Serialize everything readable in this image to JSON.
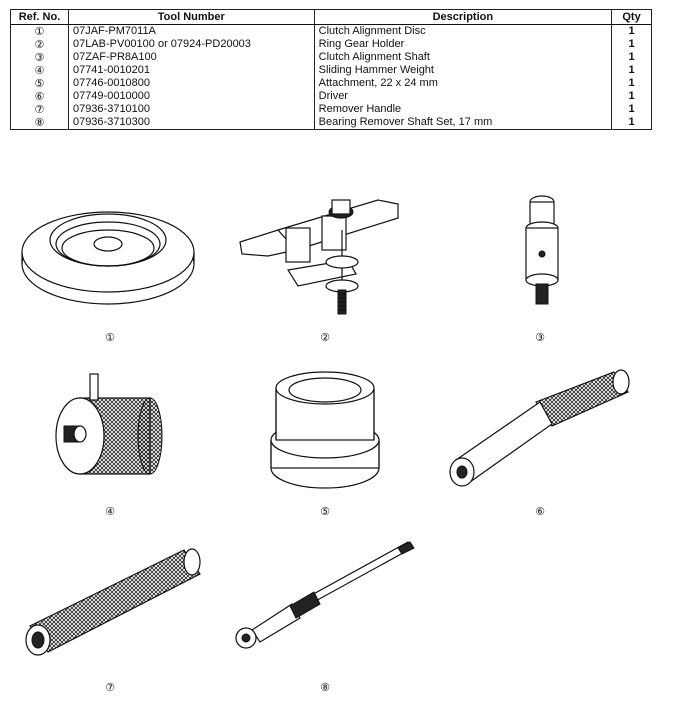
{
  "table": {
    "headers": {
      "ref": "Ref. No.",
      "tool_number": "Tool Number",
      "description": "Description",
      "qty": "Qty"
    },
    "rows": [
      {
        "ref": "①",
        "tool_number": "07JAF-PM7011A",
        "description": "Clutch Alignment Disc",
        "qty": "1"
      },
      {
        "ref": "②",
        "tool_number": "07LAB-PV00100 or 07924-PD20003",
        "description": "Ring Gear Holder",
        "qty": "1"
      },
      {
        "ref": "③",
        "tool_number": "07ZAF-PR8A100",
        "description": "Clutch Alignment Shaft",
        "qty": "1"
      },
      {
        "ref": "④",
        "tool_number": "07741-0010201",
        "description": "Sliding Hammer Weight",
        "qty": "1"
      },
      {
        "ref": "⑤",
        "tool_number": "07746-0010800",
        "description": "Attachment, 22 x 24 mm",
        "qty": "1"
      },
      {
        "ref": "⑥",
        "tool_number": "07749-0010000",
        "description": "Driver",
        "qty": "1"
      },
      {
        "ref": "⑦",
        "tool_number": "07936-3710100",
        "description": "Remover Handle",
        "qty": "1"
      },
      {
        "ref": "⑧",
        "tool_number": "07936-3710300",
        "description": "Bearing Remover Shaft Set, 17 mm",
        "qty": "1"
      }
    ]
  },
  "figures": [
    {
      "label": "①",
      "icon": "clutch-alignment-disc-illustration"
    },
    {
      "label": "②",
      "icon": "ring-gear-holder-illustration"
    },
    {
      "label": "③",
      "icon": "clutch-alignment-shaft-illustration"
    },
    {
      "label": "④",
      "icon": "sliding-hammer-weight-illustration"
    },
    {
      "label": "⑤",
      "icon": "attachment-illustration"
    },
    {
      "label": "⑥",
      "icon": "driver-illustration"
    },
    {
      "label": "⑦",
      "icon": "remover-handle-illustration"
    },
    {
      "label": "⑧",
      "icon": "bearing-remover-shaft-illustration"
    }
  ]
}
